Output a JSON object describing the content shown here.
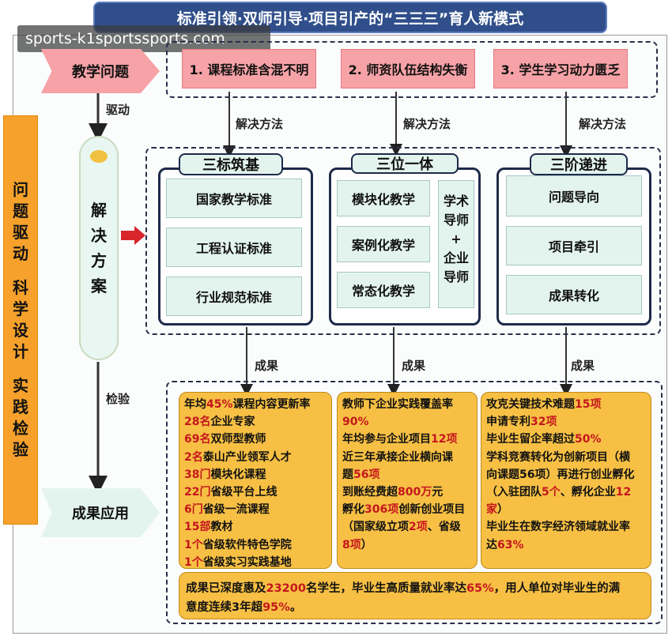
{
  "title": "标准引领·双师引导·项目引产的“三三三”育人新模式",
  "watermark": "sports-k1sportssports.com",
  "side_label": [
    "问",
    "题",
    "驱",
    "动",
    "",
    "科",
    "学",
    "设",
    "计",
    "",
    "实",
    "践",
    "检",
    "验"
  ],
  "flow": {
    "teaching_problem": "教学问题",
    "drive_label": "驱动",
    "solution": [
      "解",
      "决",
      "方",
      "案"
    ],
    "check_label": "检验",
    "result_application": "成果应用"
  },
  "problems": [
    "1. 课程标准含混不明",
    "2. 师资队伍结构失衡",
    "3. 学生学习动力匮乏"
  ],
  "method_label": "解决方法",
  "result_label": "成果",
  "columns": [
    {
      "title": "三标筑基",
      "items": [
        "国家教学标准",
        "工程认证标准",
        "行业规范标准"
      ]
    },
    {
      "title": "三位一体",
      "items": [
        "模块化教学",
        "案例化教学",
        "常态化教学"
      ],
      "side_box": [
        "学术",
        "导师",
        "+",
        "企业",
        "导师"
      ]
    },
    {
      "title": "三阶递进",
      "items": [
        "问题导向",
        "项目牵引",
        "成果转化"
      ]
    }
  ],
  "results": [
    [
      [
        {
          "t": "年均"
        },
        {
          "t": "45%",
          "r": true
        },
        {
          "t": "课程内容更新率"
        }
      ],
      [
        {
          "t": "28名",
          "r": true
        },
        {
          "t": "企业专家"
        }
      ],
      [
        {
          "t": "69名",
          "r": true
        },
        {
          "t": "双师型教师"
        }
      ],
      [
        {
          "t": "2名",
          "r": true
        },
        {
          "t": "泰山产业领军人才"
        }
      ],
      [
        {
          "t": "38门",
          "r": true
        },
        {
          "t": "模块化课程"
        }
      ],
      [
        {
          "t": "22门",
          "r": true
        },
        {
          "t": "省级平台上线"
        }
      ],
      [
        {
          "t": "6门",
          "r": true
        },
        {
          "t": "省级一流课程"
        }
      ],
      [
        {
          "t": "15部",
          "r": true
        },
        {
          "t": "教材"
        }
      ],
      [
        {
          "t": "1个",
          "r": true
        },
        {
          "t": "省级软件特色学院"
        }
      ],
      [
        {
          "t": "1个",
          "r": true
        },
        {
          "t": "省级实习实践基地"
        }
      ]
    ],
    [
      [
        {
          "t": "教师下企业实践覆盖率"
        }
      ],
      [
        {
          "t": "90%",
          "r": true
        }
      ],
      [
        {
          "t": "年均参与企业项目"
        },
        {
          "t": "12项",
          "r": true
        }
      ],
      [
        {
          "t": "近三年承接企业横向课"
        }
      ],
      [
        {
          "t": "题"
        },
        {
          "t": "56项",
          "r": true
        }
      ],
      [
        {
          "t": "到账经费超"
        },
        {
          "t": "800万",
          "r": true
        },
        {
          "t": "元"
        }
      ],
      [
        {
          "t": "孵化"
        },
        {
          "t": "306项",
          "r": true
        },
        {
          "t": "创新创业项目"
        }
      ],
      [
        {
          "t": "（国家级立项"
        },
        {
          "t": "2项",
          "r": true
        },
        {
          "t": "、省级"
        }
      ],
      [
        {
          "t": "8项",
          "r": true
        },
        {
          "t": "）"
        }
      ]
    ],
    [
      [
        {
          "t": "攻克关键技术难题"
        },
        {
          "t": "15项",
          "r": true
        }
      ],
      [
        {
          "t": "申请专利"
        },
        {
          "t": "32项",
          "r": true
        }
      ],
      [
        {
          "t": "毕业生留企率超过"
        },
        {
          "t": "50%",
          "r": true
        }
      ],
      [
        {
          "t": "学科竞赛转化为创新项目（横"
        }
      ],
      [
        {
          "t": "向课题56项）再进行创业孵化"
        }
      ],
      [
        {
          "t": "（入驻团队"
        },
        {
          "t": "5个",
          "r": true
        },
        {
          "t": "、孵化企业"
        },
        {
          "t": "12",
          "r": true
        }
      ],
      [
        {
          "t": "家",
          "r": true
        },
        {
          "t": "）"
        }
      ],
      [
        {
          "t": "毕业生在数字经济领域就业率"
        }
      ],
      [
        {
          "t": "达"
        },
        {
          "t": "63%",
          "r": true
        }
      ]
    ]
  ],
  "summary": [
    [
      {
        "t": "成果已深度惠及"
      },
      {
        "t": "23200",
        "r": true
      },
      {
        "t": "名学生，毕业生高质量就业率达"
      },
      {
        "t": "65%",
        "r": true
      },
      {
        "t": "，用人单位对毕业生的满"
      }
    ],
    [
      {
        "t": "意度连续3年超"
      },
      {
        "t": "95%",
        "r": true
      },
      {
        "t": "。"
      }
    ]
  ],
  "colors": {
    "title_bg": "#2f4e8a",
    "problem_pink": "#f6a2a6",
    "mint": "#e3f4ef",
    "result_gold": "#f7c044",
    "highlight_red": "#c5161d",
    "side_orange": "#f5a12b",
    "arrow_red": "#d9262c"
  }
}
